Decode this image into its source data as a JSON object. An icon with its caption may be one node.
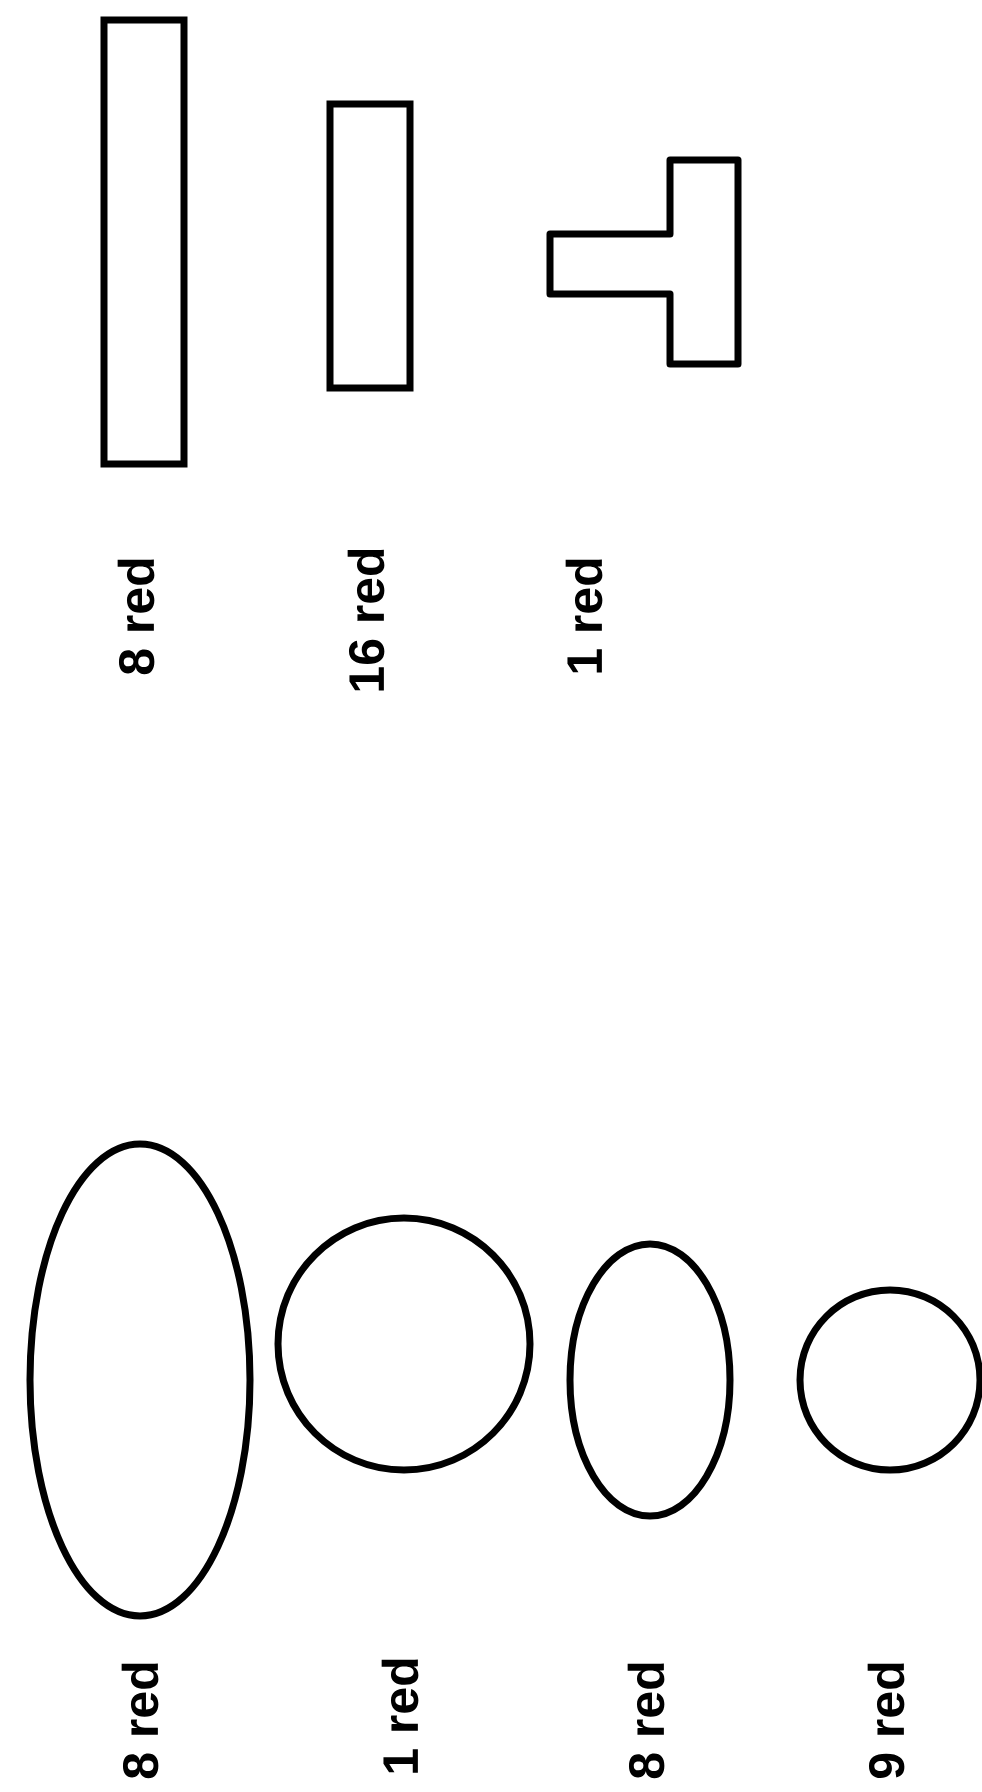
{
  "diagram": {
    "nodes": [
      {
        "text": [],
        "shape": "box",
        "beside": [
          "8 red"
        ]
      },
      {
        "text": [],
        "shape": "box",
        "beside": [
          "16 red"
        ]
      },
      {
        "text": [],
        "shape": "tee",
        "beside": [
          "1 red"
        ]
      },
      {
        "text": [],
        "shape": "ellipse",
        "beside": [
          "8 red"
        ]
      },
      {
        "text": [],
        "shape": "circle",
        "beside": [
          "1 red"
        ]
      },
      {
        "text": [],
        "shape": "ellipse",
        "beside": [
          "8 red"
        ]
      },
      {
        "text": [],
        "shape": "circle",
        "beside": [
          "9 red"
        ]
      }
    ]
  }
}
